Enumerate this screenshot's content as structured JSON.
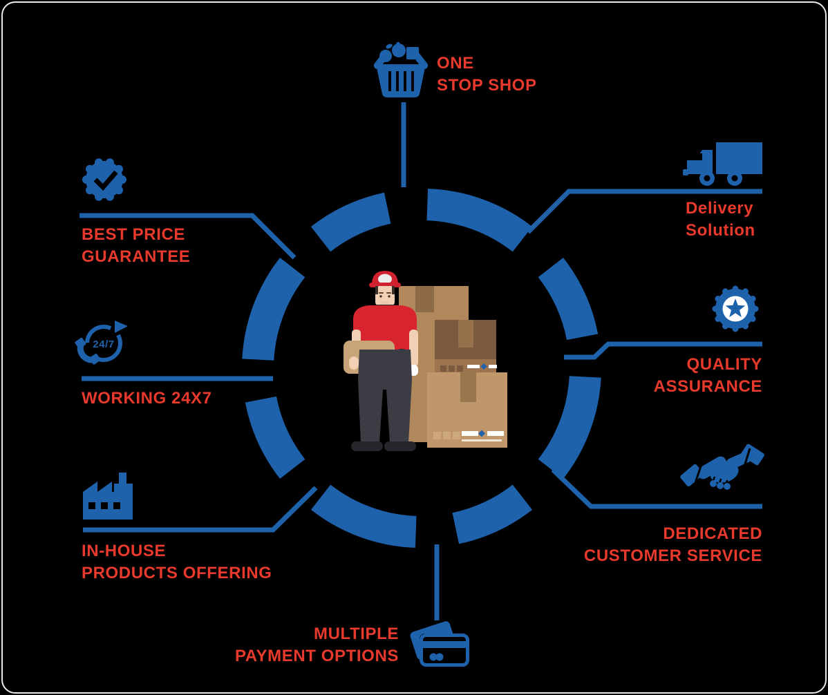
{
  "theme": {
    "background": "#000000",
    "frame_border": "#ebebeb",
    "accent_blue": "#1e62ac",
    "accent_red": "#e8392d"
  },
  "diagram": {
    "center_illustration": "delivery-person-with-cardboard-boxes",
    "features": [
      {
        "id": "one-stop-shop",
        "icon": "shopping-basket-icon",
        "position": "top",
        "lines": [
          "ONE",
          "STOP SHOP"
        ]
      },
      {
        "id": "delivery-solution",
        "icon": "delivery-truck-icon",
        "position": "top-right",
        "lines": [
          "Delivery",
          "Solution"
        ]
      },
      {
        "id": "quality-assurance",
        "icon": "star-badge-icon",
        "position": "right",
        "lines": [
          "QUALITY",
          "ASSURANCE"
        ]
      },
      {
        "id": "dedicated-customer-service",
        "icon": "handshake-icon",
        "position": "bottom-right",
        "lines": [
          "DEDICATED",
          "CUSTOMER SERVICE"
        ]
      },
      {
        "id": "multiple-payment-options",
        "icon": "credit-cards-icon",
        "position": "bottom",
        "lines": [
          "MULTIPLE",
          "PAYMENT OPTIONS"
        ]
      },
      {
        "id": "in-house-products-offering",
        "icon": "factory-icon",
        "position": "bottom-left",
        "lines": [
          "IN-HOUSE",
          "PRODUCTS OFFERING"
        ]
      },
      {
        "id": "working-24x7",
        "icon": "phone-24-7-icon",
        "position": "left",
        "icon_text": "24/7",
        "lines": [
          "WORKING 24X7"
        ]
      },
      {
        "id": "best-price-guarantee",
        "icon": "check-rosette-icon",
        "position": "top-left",
        "lines": [
          "BEST PRICE",
          "GUARANTEE"
        ]
      }
    ]
  }
}
